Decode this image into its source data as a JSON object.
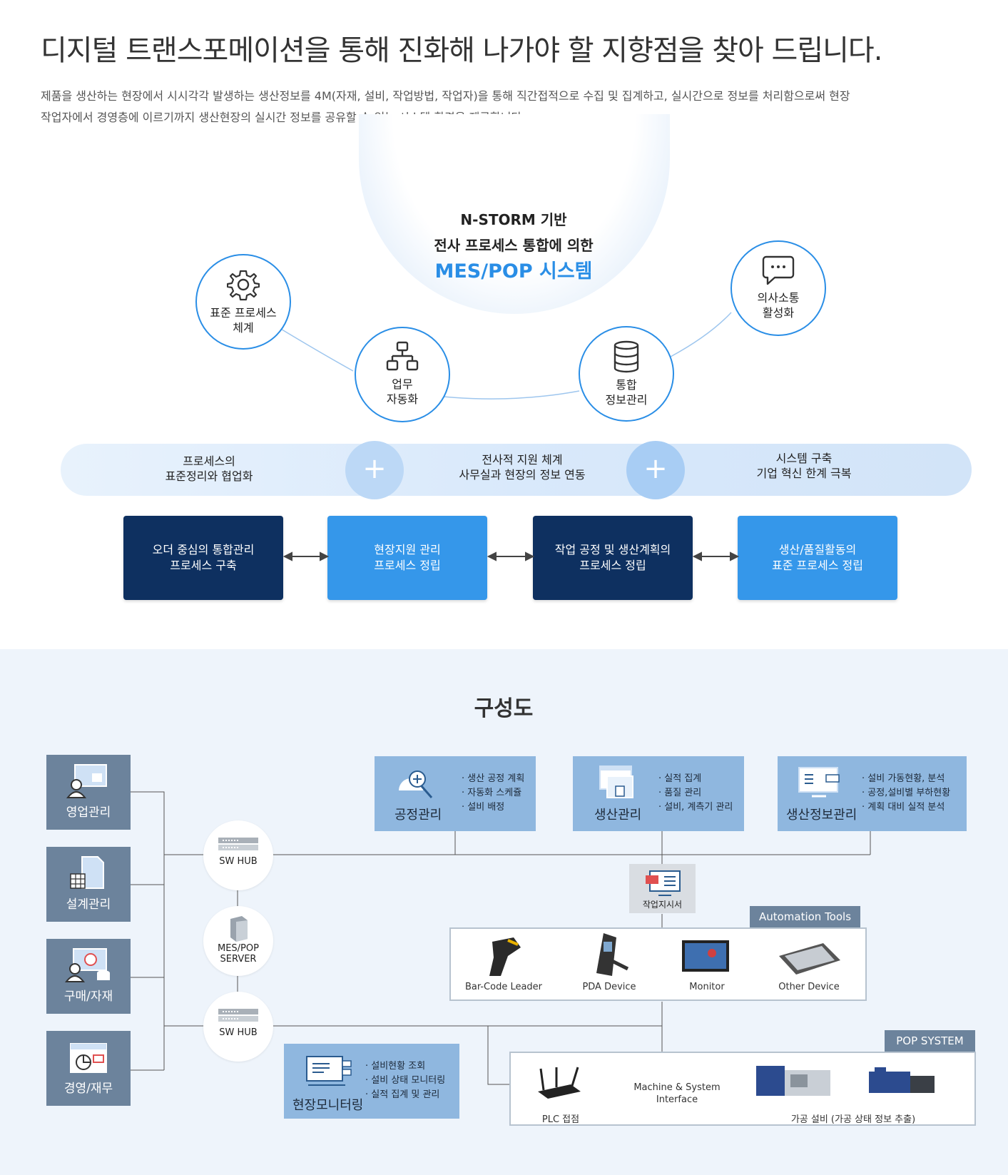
{
  "header": {
    "headline": "디지털 트랜스포메이션을 통해 진화해 나가야 할 지향점을 찾아 드립니다.",
    "intro_line1": "제품을 생산하는 현장에서 시시각각 발생하는 생산정보를 4M(자재, 설비, 작업방법, 작업자)을 통해 직간접적으로 수집 및 집계하고, 실시간으로 정보를 처리함으로써 현장",
    "intro_line2": "작업자에서 경영층에 이르기까지 생산현장의 실시간 정보를 공유할 수 있는 시스템 환경을 제공합니다."
  },
  "concept": {
    "title_line1": "N-STORM 기반",
    "title_line2": "전사 프로세스 통합에 의한",
    "title_line3": "MES/POP 시스템",
    "circles": [
      {
        "line1": "표준 프로세스",
        "line2": "체계",
        "icon": "gear-icon"
      },
      {
        "line1": "업무",
        "line2": "자동화",
        "icon": "hierarchy-icon"
      },
      {
        "line1": "통합",
        "line2": "정보관리",
        "icon": "database-icon"
      },
      {
        "line1": "의사소통",
        "line2": "활성화",
        "icon": "chat-icon"
      }
    ],
    "bar": [
      {
        "line1": "프로세스의",
        "line2": "표준정리와 협업화"
      },
      {
        "line1": "전사적 지원 체계",
        "line2": "사무실과 현장의 정보 연동"
      },
      {
        "line1": "시스템 구축",
        "line2": "기업 혁신 한계 극복"
      }
    ],
    "plus_symbol": "+",
    "process_boxes": [
      {
        "line1": "오더 중심의 통합관리",
        "line2": "프로세스 구축"
      },
      {
        "line1": "현장지원 관리",
        "line2": "프로세스 정립"
      },
      {
        "line1": "작업 공정 및 생산계획의",
        "line2": "프로세스 정립"
      },
      {
        "line1": "생산/품질활동의",
        "line2": "표준 프로세스 정립"
      }
    ]
  },
  "architecture": {
    "title": "구성도",
    "left_modules": [
      {
        "label": "영업관리",
        "icon": "sales-icon"
      },
      {
        "label": "설계관리",
        "icon": "design-icon"
      },
      {
        "label": "구매/자재",
        "icon": "purchase-icon"
      },
      {
        "label": "경영/재무",
        "icon": "finance-icon"
      }
    ],
    "hubs": {
      "hub1": "SW HUB",
      "server_line1": "MES/POP",
      "server_line2": "SERVER",
      "hub2": "SW HUB"
    },
    "top_modules": [
      {
        "name": "공정관리",
        "items": [
          "· 생산 공정 계획",
          "· 자동화 스케쥴",
          "· 설비 배정"
        ]
      },
      {
        "name": "생산관리",
        "items": [
          "· 실적 집계",
          "· 품질 관리",
          "· 설비, 계측기 관리"
        ]
      },
      {
        "name": "생산정보관리",
        "items": [
          "· 설비 가동현황, 분석",
          "· 공정,설비별 부하현황",
          "· 계획 대비 실적 분석"
        ]
      }
    ],
    "work_order": "작업지시서",
    "automation": {
      "title": "Automation Tools",
      "devices": [
        "Bar-Code Leader",
        "PDA Device",
        "Monitor",
        "Other Device"
      ]
    },
    "monitoring": {
      "name": "현장모니터링",
      "items": [
        "· 설비현황 조회",
        "· 설비 상태 모니터링",
        "· 실적 집계 및 관리"
      ]
    },
    "pop": {
      "title": "POP SYSTEM",
      "plc": "PLC 접점",
      "interface_line1": "Machine & System",
      "interface_line2": "Interface",
      "machines": "가공 설비 (가공 상태 정보 추출)"
    }
  },
  "colors": {
    "accent": "#2a8ee6",
    "navy": "#0e3060",
    "blue": "#3597ea",
    "slate": "#6c839c",
    "module": "#8fb7df"
  }
}
